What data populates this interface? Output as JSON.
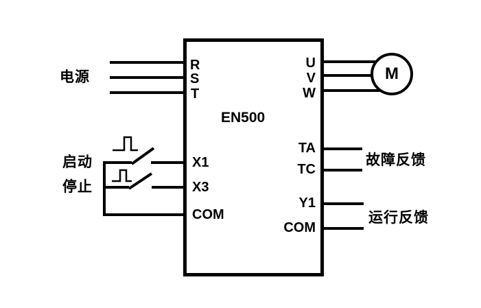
{
  "diagram": {
    "title_context": "EN500 inverter external wiring diagram",
    "device_label": "EN500",
    "motor_label": "M",
    "labels": {
      "power": "电源",
      "start": "启动",
      "stop": "停止",
      "fault_feedback": "故障反馈",
      "run_feedback": "运行反馈"
    },
    "left_terminals": [
      "R",
      "S",
      "T",
      "X1",
      "X3",
      "COM"
    ],
    "right_terminals": [
      "U",
      "V",
      "W",
      "TA",
      "TC",
      "Y1",
      "COM"
    ],
    "colors": {
      "line": "#000000",
      "background": "#ffffff"
    }
  }
}
